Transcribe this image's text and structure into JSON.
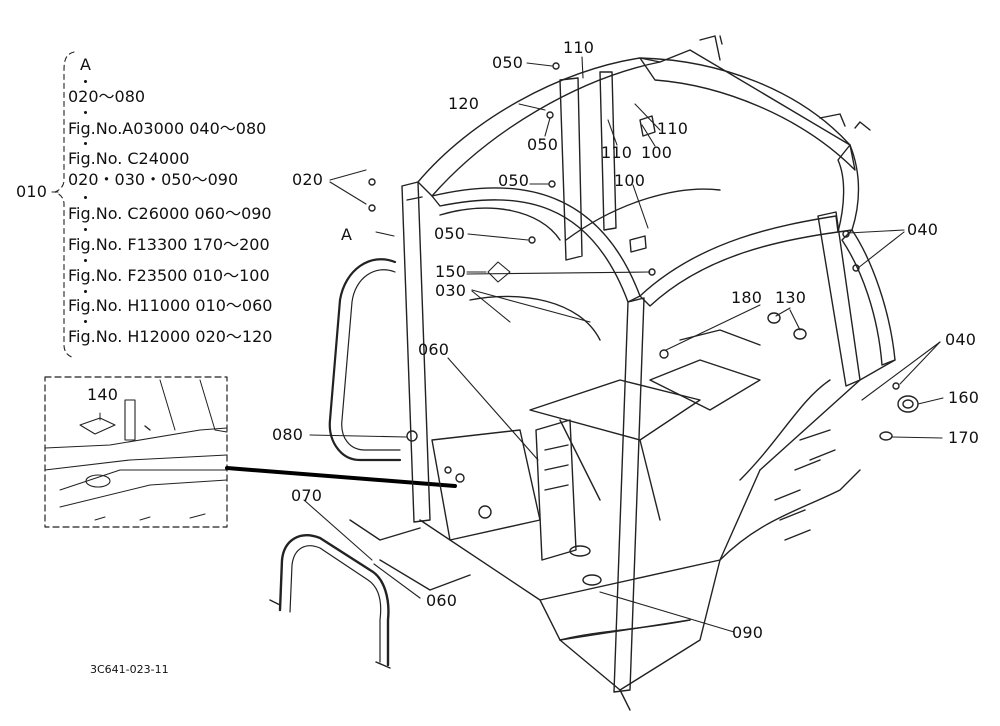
{
  "diagram": {
    "main_ref": "010",
    "detail_view_ref": "A",
    "view_a_marker": "A",
    "drawing_code": "3C641-023-11",
    "reference_list": [
      "020～080",
      "Fig.No.A03000  040～080",
      "Fig.No. C24000",
      "020・030・050～090",
      "Fig.No. C26000  060～090",
      "Fig.No. F13300  170～200",
      "Fig.No. F23500  010～100",
      "Fig.No. H11000  010～060",
      "Fig.No. H12000  020～120"
    ],
    "callouts": {
      "c050a": "050",
      "c110a": "110",
      "c120": "120",
      "c050b": "050",
      "c110b": "110",
      "c110c": "110",
      "c100a": "100",
      "c020": "020",
      "c050c": "050",
      "c100b": "100",
      "c050d": "050",
      "c040a": "040",
      "c150": "150",
      "c030": "030",
      "c180": "180",
      "c130": "130",
      "c060a": "060",
      "c040b": "040",
      "c160": "160",
      "c140": "140",
      "c080": "080",
      "c170": "170",
      "c070": "070",
      "c060b": "060",
      "c090": "090"
    }
  }
}
